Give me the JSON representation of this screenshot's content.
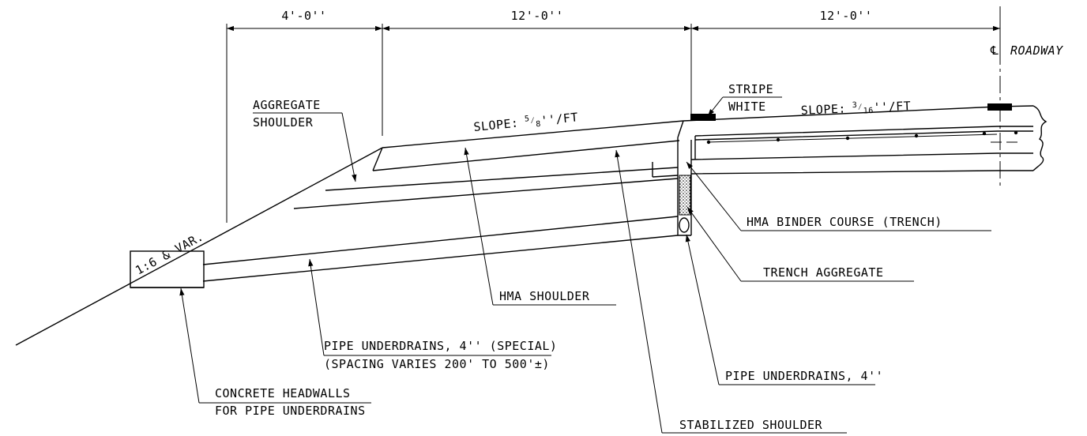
{
  "dimensions": {
    "aggregate_shoulder_width": "4'-0''",
    "hma_shoulder_width": "12'-0''",
    "lane_width": "12'-0''"
  },
  "centerline_label": "ROADWAY",
  "centerline_symbol": "℄",
  "slopes": {
    "shoulder_prefix": "SLOPE:",
    "shoulder_num": "5",
    "shoulder_den": "8",
    "shoulder_unit": "''/FT",
    "lane_prefix": "SLOPE:",
    "lane_num": "3",
    "lane_den": "16",
    "lane_unit": "''/FT",
    "side": "1:6 & VAR."
  },
  "labels": {
    "stripe_line1": "STRIPE",
    "stripe_line2": "WHITE",
    "aggregate_line1": "AGGREGATE",
    "aggregate_line2": "SHOULDER",
    "hma_binder": "HMA BINDER COURSE (TRENCH)",
    "trench_aggregate": "TRENCH AGGREGATE",
    "hma_shoulder": "HMA SHOULDER",
    "pipe_special_line1": "PIPE UNDERDRAINS, 4'' (SPECIAL)",
    "pipe_special_line2": "(SPACING VARIES 200' TO 500'±)",
    "pipe_4": "PIPE UNDERDRAINS, 4''",
    "headwall_line1": "CONCRETE HEADWALLS",
    "headwall_line2": "FOR PIPE UNDERDRAINS",
    "stabilized": "STABILIZED SHOULDER"
  },
  "colors": {
    "ink": "#000000",
    "background": "#ffffff"
  }
}
